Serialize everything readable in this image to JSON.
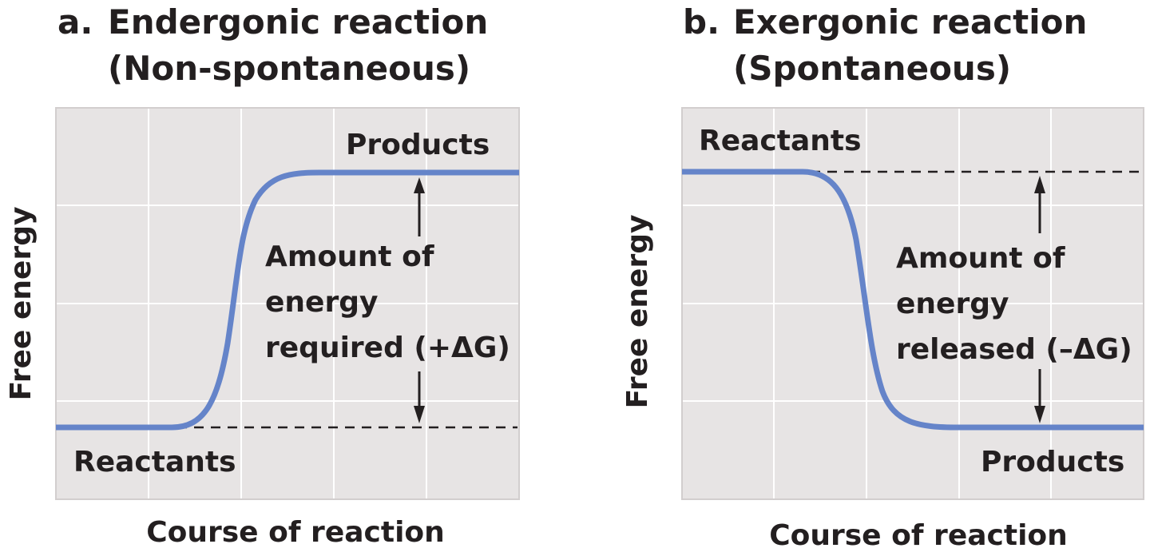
{
  "colors": {
    "curve": "#6584c9",
    "plot_background": "#e7e4e4",
    "grid": "#ffffff",
    "text": "#231f20"
  },
  "panels": [
    {
      "letter": "a.",
      "title_line1": "Endergonic reaction",
      "title_line2": "(Non-spontaneous)",
      "ylabel": "Free energy",
      "xlabel": "Course of reaction",
      "start_label": "Reactants",
      "end_label": "Products",
      "annotation_line1": "Amount of",
      "annotation_line2": "energy",
      "annotation_line3": "required (+ΔG)",
      "trend": "increasing"
    },
    {
      "letter": "b.",
      "title_line1": "Exergonic reaction",
      "title_line2": "(Spontaneous)",
      "ylabel": "Free energy",
      "xlabel": "Course of reaction",
      "start_label": "Reactants",
      "end_label": "Products",
      "annotation_line1": "Amount of",
      "annotation_line2": "energy",
      "annotation_line3": "released (–ΔG)",
      "trend": "decreasing"
    }
  ]
}
